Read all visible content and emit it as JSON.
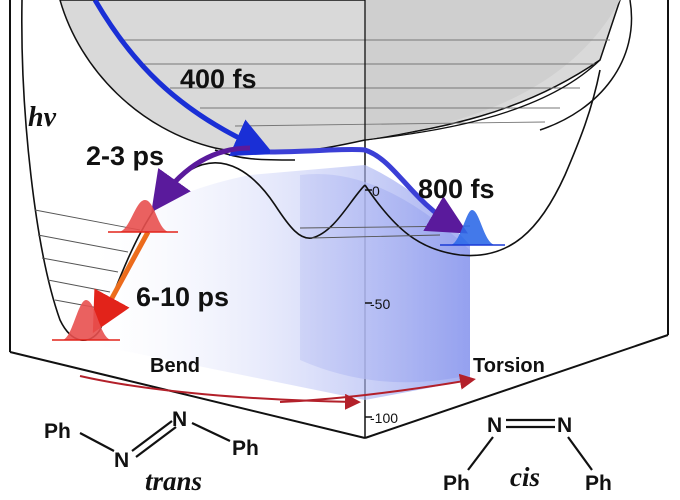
{
  "labels": {
    "hv": "hv",
    "t400": "400 fs",
    "t2to3": "2-3 ps",
    "t800": "800 fs",
    "t6to10": "6-10 ps",
    "bend": "Bend",
    "torsion": "Torsion"
  },
  "ticks": [
    "0",
    "-50",
    "-100"
  ],
  "molecules": {
    "trans": {
      "name": "trans",
      "ph_left": "Ph",
      "ph_right": "Ph",
      "n_top": "N",
      "n_bottom": "N"
    },
    "cis": {
      "name": "cis",
      "ph_left": "Ph",
      "ph_right": "Ph",
      "n_left": "N",
      "n_right": "N"
    }
  },
  "colors": {
    "blue_arrow": "#1a2fd6",
    "purple_arrow": "#5a1a9c",
    "wavepacket_red": "#e8504f",
    "wavepacket_blue": "#2f6ae8",
    "surface_gray": "#d9d9d9",
    "panel_blue": "#9aa6f0",
    "axis_red": "#b3202a",
    "excitation_green": "#1f7a3a"
  },
  "icons": [
    "red-wavepacket-icon",
    "blue-wavepacket-icon"
  ]
}
